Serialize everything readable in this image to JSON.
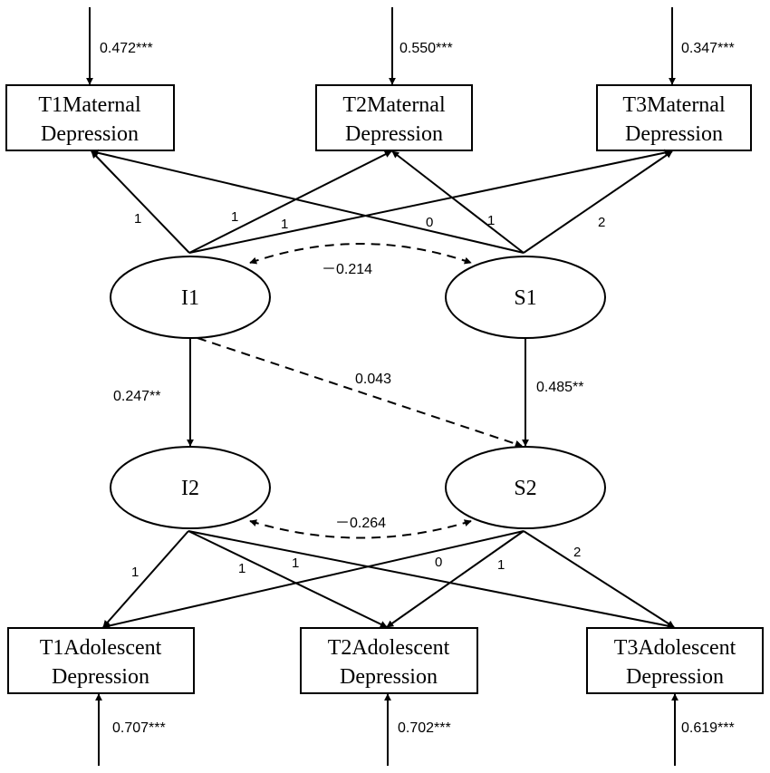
{
  "observed": {
    "t1_maternal": {
      "line1": "T1Maternal",
      "line2": "Depression",
      "residual": "0.472***"
    },
    "t2_maternal": {
      "line1": "T2Maternal",
      "line2": "Depression",
      "residual": "0.550***"
    },
    "t3_maternal": {
      "line1": "T3Maternal",
      "line2": "Depression",
      "residual": "0.347***"
    },
    "t1_adolescent": {
      "line1": "T1Adolescent",
      "line2": "Depression",
      "residual": "0.707***"
    },
    "t2_adolescent": {
      "line1": "T2Adolescent",
      "line2": "Depression",
      "residual": "0.702***"
    },
    "t3_adolescent": {
      "line1": "T3Adolescent",
      "line2": "Depression",
      "residual": "0.619***"
    }
  },
  "latent": {
    "i1": "I1",
    "s1": "S1",
    "i2": "I2",
    "s2": "S2"
  },
  "loadings": {
    "i1_t1": "1",
    "i1_t2": "1",
    "i1_t3": "1",
    "s1_t1": "0",
    "s1_t2": "1",
    "s1_t3": "2",
    "i2_t1": "1",
    "i2_t2": "1",
    "i2_t3": "1",
    "s2_t1": "0",
    "s2_t2": "1",
    "s2_t3": "2"
  },
  "paths": {
    "i1_s1_cov": "－0.214",
    "i2_s2_cov": "－0.264",
    "i1_i2": "0.247**",
    "i1_s2": "0.043",
    "s1_s2": "0.485**"
  }
}
